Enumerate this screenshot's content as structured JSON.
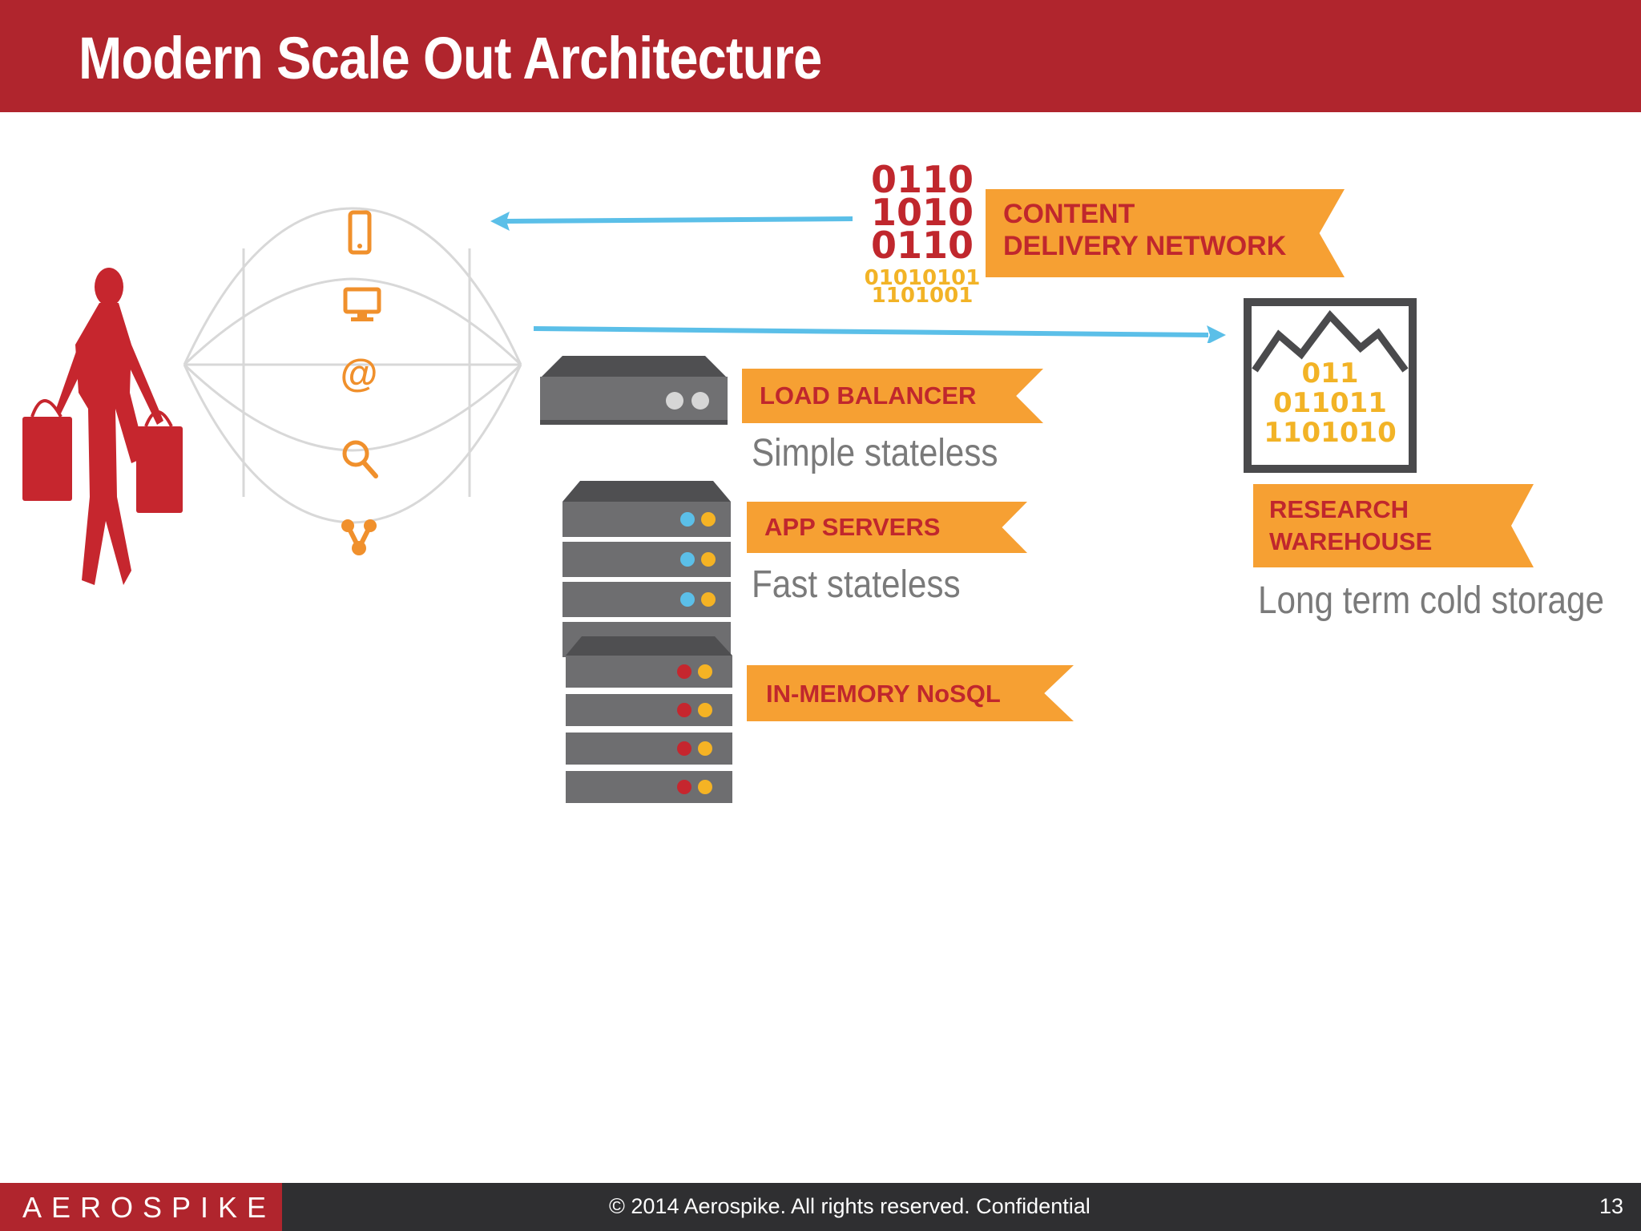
{
  "slide": {
    "title": "Modern Scale Out Architecture"
  },
  "cdn": {
    "label": "CONTENT\nDELIVERY NETWORK",
    "binary_red": "0110\n1010\n0110",
    "binary_yellow": "01010101\n1101001"
  },
  "load_balancer": {
    "label": "LOAD BALANCER",
    "caption": "Simple stateless"
  },
  "app_servers": {
    "label": "APP SERVERS",
    "caption": "Fast stateless"
  },
  "nosql": {
    "label": "IN-MEMORY NoSQL"
  },
  "warehouse": {
    "label": "RESEARCH\nWAREHOUSE",
    "caption": "Long term cold storage",
    "binary": "011\n011011\n1101010"
  },
  "footer": {
    "logo": "AEROSPIKE",
    "copyright": "© 2014 Aerospike.  All rights reserved. Confidential",
    "page_number": "13"
  },
  "colors": {
    "brand_red": "#b0252d",
    "accent_orange": "#f6a033",
    "arrow_blue": "#5bbfe8",
    "server_gray": "#5f5f61",
    "label_red": "#c0272d"
  }
}
